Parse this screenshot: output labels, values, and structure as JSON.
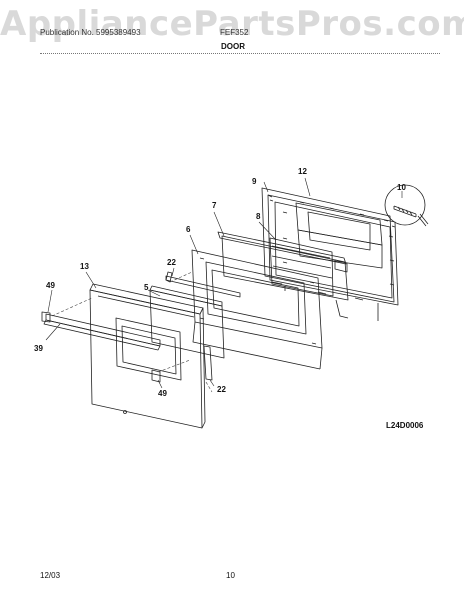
{
  "watermark": "AppliancePartsPros.com",
  "header": {
    "left_text": "Publication No. 5995389493",
    "right_text": "FEF352",
    "section_title": "DOOR"
  },
  "diagram": {
    "callouts": [
      "12",
      "9",
      "10",
      "7",
      "8",
      "6",
      "22",
      "13",
      "5",
      "49",
      "39",
      "49",
      "22"
    ],
    "code": "L24D0006"
  },
  "footer": {
    "date": "12/03",
    "page": "10"
  }
}
